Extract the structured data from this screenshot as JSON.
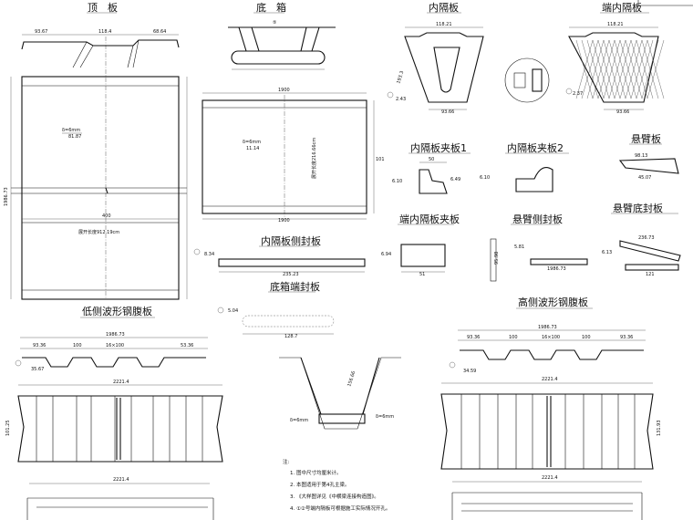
{
  "titles": {
    "top_plate": "顶　板",
    "bottom_chord": "底　箱",
    "inner_diaphragm": "内隔板",
    "end_diaphragm": "端内隔板",
    "inner_clamp_1": "内隔板夹板1",
    "inner_clamp_2": "内隔板夹板2",
    "cantilever_plate": "悬臂板",
    "end_clamp": "端内隔板夹板",
    "cantilever_side_seal": "悬臂侧封板",
    "cantilever_bottom_seal": "悬臂底封板",
    "inner_side_seal": "内隔板侧封板",
    "bottom_end_seal": "底箱端封板",
    "low_web": "低侧波形钢腹板",
    "high_web": "高侧波形钢腹板"
  },
  "dims": {
    "top_left": "93.67",
    "top_mid": "118.4",
    "top_right": "68.64",
    "top_height": "1986.73",
    "top_width": "400",
    "top_label": "展开长度912.19cm",
    "top_weld": "δ=6mm",
    "top_weld_len": "81.87",
    "bot_inner": "⑤",
    "bot_width": "1900",
    "bot_height": "101",
    "bot_label": "展开长度216.66cm",
    "bot_weld": "δ=6mm",
    "bot_weld_len": "11.14",
    "id_top": "118.21",
    "id_bot": "93.66",
    "id_side": "193.3",
    "id_weld": "2.43",
    "ed_top": "118.21",
    "ed_bot": "93.66",
    "ed_weld": "2.37",
    "c1_a": "50",
    "c1_b": "6.49",
    "c1_c": "6.10",
    "c2_a": "6.10",
    "cp_a": "98.13",
    "cp_b": "45.07",
    "ec_a": "6.94",
    "ec_b": "51",
    "cs_a": "5.81",
    "cs_len": "1986.73",
    "cs_h": "95.98",
    "cbs_a": "236.73",
    "cbs_b": "6.13",
    "cbs_len": "121",
    "is_a": "8.34",
    "is_len": "235.23",
    "be_a": "5.04",
    "be_len": "128.7",
    "lw_total": "1986.73",
    "lw_a": "93.36",
    "lw_b": "100",
    "lw_c": "16×100",
    "lw_d": "53.36",
    "lw_weld": "35.67",
    "lw_len": "2221.4",
    "lw_h": "101.25",
    "lw_len2": "2221.4",
    "hw_total": "1986.73",
    "hw_a": "93.36",
    "hw_b": "100",
    "hw_c": "16×100",
    "hw_d": "93.36",
    "hw_weld": "34.59",
    "hw_len": "2221.4",
    "hw_h": "131.93",
    "hw_len2": "2221.4",
    "bb_side": "156.66",
    "bb_weld_l": "δ=6mm",
    "bb_weld_r": "δ=6mm"
  },
  "notes": {
    "head": "注:",
    "items": [
      "1. 图中尺寸均厘米计。",
      "2. 本图适用于第4孔主梁。",
      "3. 《大样图详见《中横梁连接构造图》。",
      "4. ①②号端内隔板可根据施工实际情况开孔。"
    ]
  },
  "colors": {
    "ink": "#111111",
    "paper": "#ffffff"
  }
}
